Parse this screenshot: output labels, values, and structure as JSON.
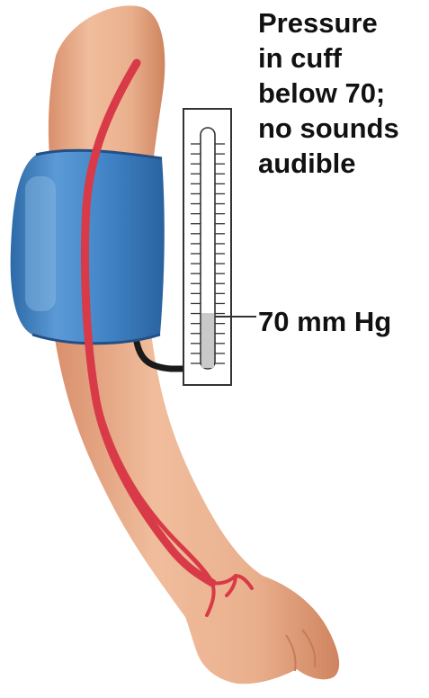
{
  "caption": {
    "lines": [
      "Pressure",
      "in cuff",
      "below 70;",
      "no sounds",
      "audible"
    ]
  },
  "gauge": {
    "reading_label": "70 mm Hg",
    "mercury_level_fraction": 0.23
  },
  "colors": {
    "skin": "#eab08e",
    "skin_shadow": "#d88e6a",
    "cuff": "#3f82c4",
    "cuff_dark": "#2c6aa6",
    "artery": "#d83a48",
    "tube": "#1a1a1a",
    "mercury": "#c9c9c9"
  }
}
